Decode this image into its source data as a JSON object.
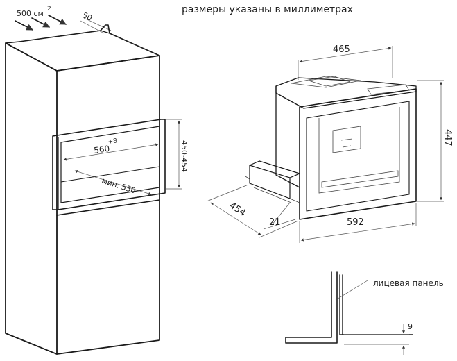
{
  "heading": "размеры указаны в миллиметрах",
  "cabinet": {
    "vent_area": "500 см",
    "vent_area_sup": "2",
    "vent_gap": "50",
    "niche_width": "560",
    "niche_width_tol": "+8",
    "niche_height": "450-454",
    "niche_depth": "мин. 550"
  },
  "machine": {
    "width_top": "465",
    "height": "447",
    "depth": "454",
    "offset": "21",
    "width_front": "592"
  },
  "panel_detail": {
    "label": "лицевая панель",
    "gap": "9"
  }
}
